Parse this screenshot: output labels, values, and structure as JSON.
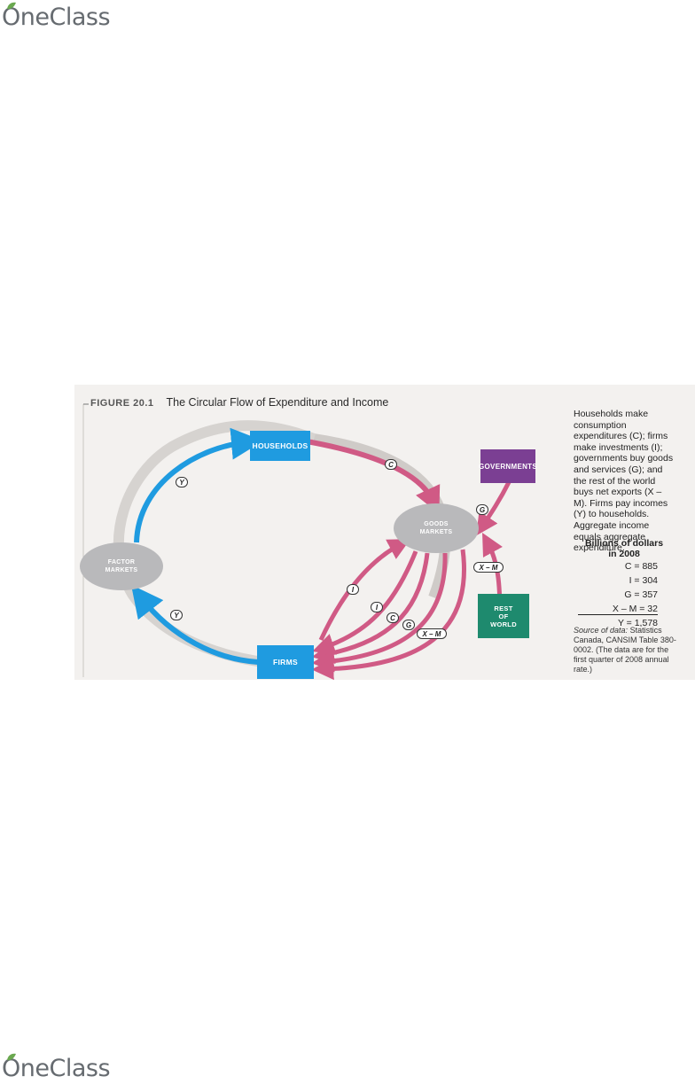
{
  "brand": {
    "name": "OneClass",
    "color": "#666b70",
    "leaf_color": "#6aa84f"
  },
  "figure": {
    "number": "FIGURE 20.1",
    "title": "The Circular Flow of Expenditure and Income",
    "colors": {
      "blue": "#1f9be0",
      "pink": "#d05a85",
      "purple": "#7b3f93",
      "green": "#1e8a6e",
      "ellipse": "#b9b9bb"
    },
    "nodes": {
      "households": "HOUSEHOLDS",
      "governments": "GOVERNMENTS",
      "factor_markets": [
        "FACTOR",
        "MARKETS"
      ],
      "goods_markets": [
        "GOODS",
        "MARKETS"
      ],
      "firms": "FIRMS",
      "rest_of_world": [
        "REST",
        "OF",
        "WORLD"
      ]
    },
    "flow_labels": {
      "y": "Y",
      "c": "C",
      "g": "G",
      "i": "I",
      "x_m": "X – M"
    },
    "caption": "Households make consumption expenditures (C); firms make investments (I); governments buy goods and services (G); and the rest of the world buys net exports (X – M). Firms pay incomes (Y) to households. Aggregate income equals aggregate expenditure.",
    "table": {
      "heading_line1": "Billions of dollars",
      "heading_line2": "in 2008",
      "rows": [
        "C = 885",
        "I = 304",
        "G = 357",
        "X – M = 32",
        "Y = 1,578"
      ]
    },
    "source_label": "Source of data:",
    "source_text": "Statistics Canada, CANSIM Table 380-0002. (The data are for the first quarter of 2008 annual rate.)"
  }
}
